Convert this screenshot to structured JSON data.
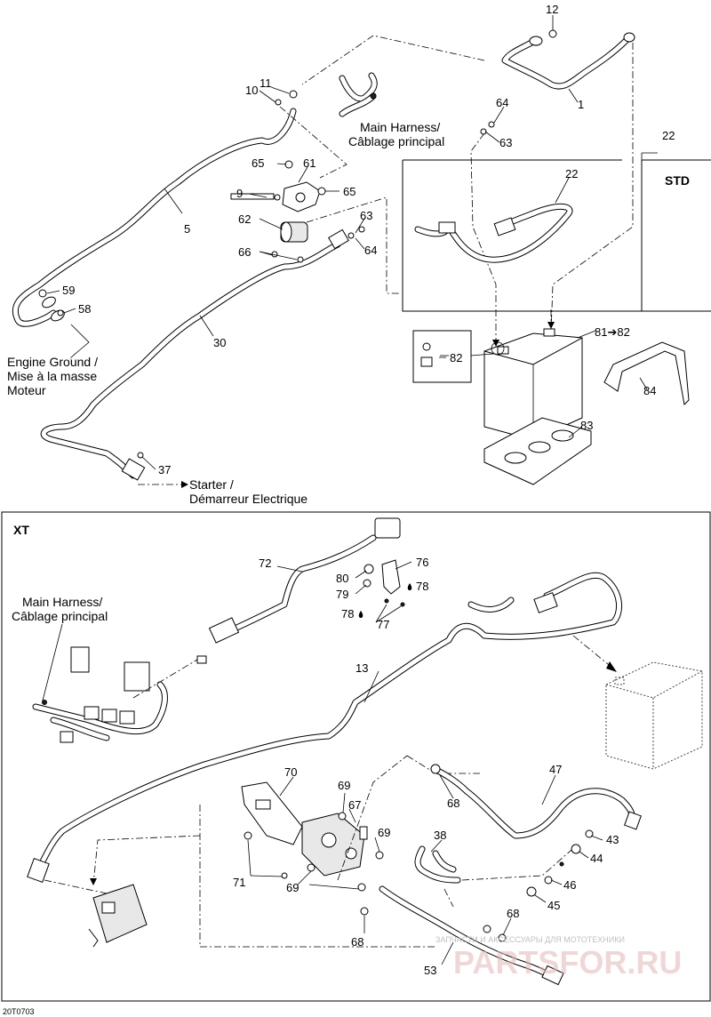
{
  "sections": {
    "std": "STD",
    "xt": "XT"
  },
  "labels": {
    "main_harness_top": [
      "Main Harness/",
      "Câblage principal"
    ],
    "engine_ground": [
      "Engine Ground /",
      "Mise à la masse",
      "Moteur"
    ],
    "starter": [
      "Starter /",
      "Démarreur Electrique"
    ],
    "main_harness_xt": [
      "Main Harness/",
      "Câblage principal"
    ],
    "kit_81_82": "81➔82"
  },
  "callouts_top": {
    "c12": "12",
    "c1": "1",
    "c11": "11",
    "c10": "10",
    "c64a": "64",
    "c63a": "63",
    "c22a": "22",
    "c22b": "22",
    "c65a": "65",
    "c61": "61",
    "c9": "9",
    "c65b": "65",
    "c5": "5",
    "c62": "62",
    "c63b": "63",
    "c66": "66",
    "c64b": "64",
    "c59": "59",
    "c58": "58",
    "c30": "30",
    "c82": "82",
    "c84": "84",
    "c83": "83",
    "c37": "37"
  },
  "callouts_xt": {
    "c72": "72",
    "c76": "76",
    "c80": "80",
    "c79": "79",
    "c78a": "78",
    "c78b": "78",
    "c77": "77",
    "c13": "13",
    "c70": "70",
    "c69a": "69",
    "c67": "67",
    "c69b": "69",
    "c68a": "68",
    "c47": "47",
    "c38": "38",
    "c43": "43",
    "c44": "44",
    "c46": "46",
    "c45": "45",
    "c71": "71",
    "c69c": "69",
    "c68b": "68",
    "c68c": "68",
    "c53": "53"
  },
  "footer": {
    "doc_code": "20T0703",
    "watermark_small": "ЗАПЧАСТИ И АКСЕССУАРЫ ДЛЯ МОТОТЕХНИКИ",
    "watermark_big": "PARTSFOR.RU"
  }
}
